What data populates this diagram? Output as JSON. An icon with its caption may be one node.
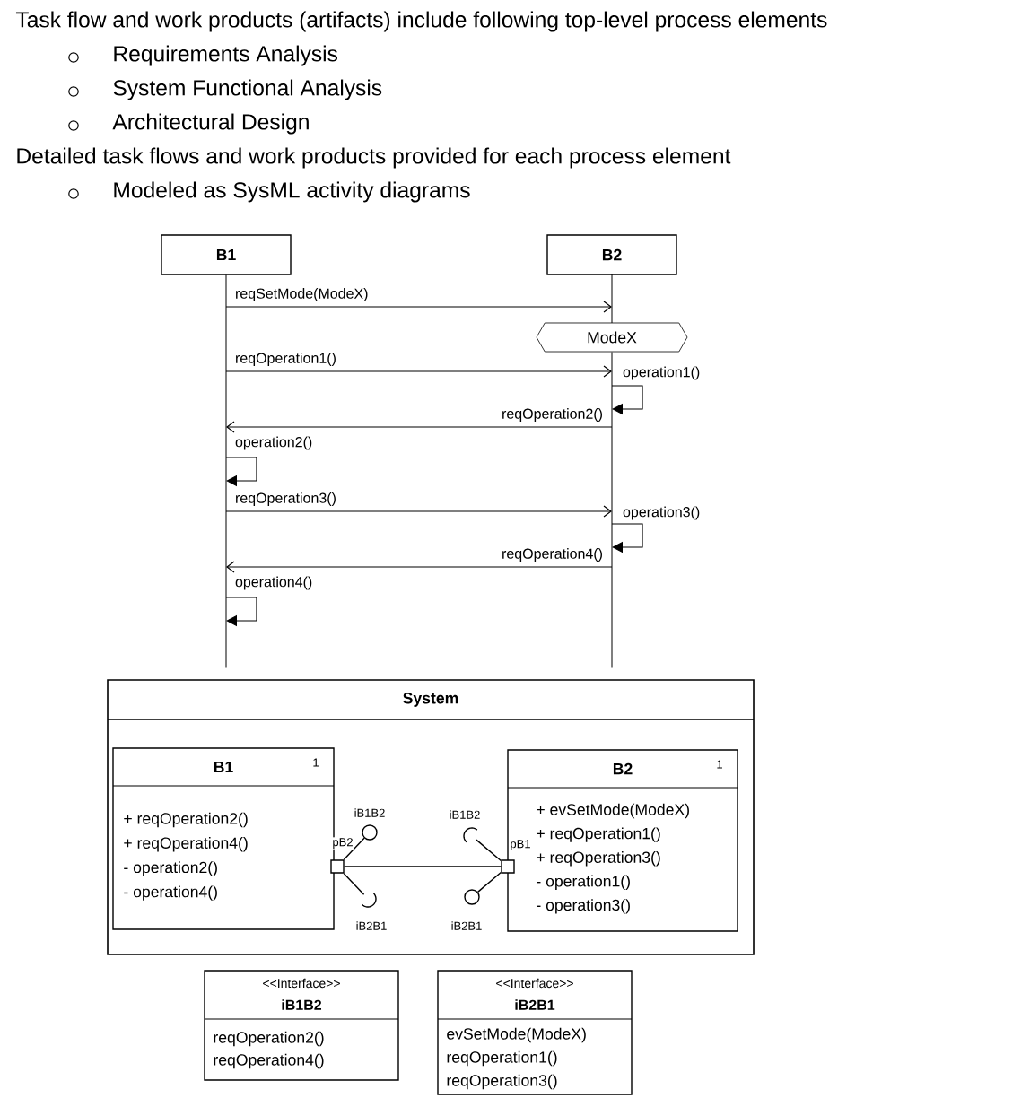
{
  "diagram": {
    "nodes": [
      {
        "text": [
          "B1"
        ]
      },
      {
        "text": [
          "B2"
        ]
      },
      {
        "text": [],
        "shape": "line"
      },
      {
        "text": [],
        "shape": "line"
      },
      {
        "text": [
          "ModeX"
        ]
      },
      {
        "text": [
          "System"
        ]
      },
      {
        "text": [
          "B1",
          "1",
          "+ reqOperation2()",
          "+ reqOperation4()",
          "- operation2()",
          "- operation4()"
        ],
        "in": 5
      },
      {
        "text": [
          "B2",
          "1",
          "+ evSetMode(ModeX)",
          "+ reqOperation1()",
          "+ reqOperation3()",
          "- operation1()",
          "- operation3()"
        ],
        "in": 5
      },
      {
        "text": [],
        "shape": "box",
        "in": 5
      },
      {
        "text": [],
        "shape": "box",
        "in": 5
      },
      {
        "text": [],
        "shape": "circle",
        "beside": [
          "iB1B2"
        ],
        "in": 5
      },
      {
        "text": [],
        "shape": "arc",
        "beside": [
          "iB2B1"
        ],
        "in": 5
      },
      {
        "text": [],
        "shape": "arc",
        "beside": [
          "iB1B2"
        ],
        "in": 5
      },
      {
        "text": [],
        "shape": "circle",
        "beside": [
          "iB2B1"
        ],
        "in": 5
      },
      {
        "text": [
          "<<Interface>>",
          "iB1B2",
          "reqOperation2()",
          "reqOperation4()"
        ]
      },
      {
        "text": [
          "<<Interface>>",
          "iB2B1",
          "evSetMode(ModeX)",
          "reqOperation1()",
          "reqOperation3()"
        ]
      }
    ],
    "edges": [
      {
        "from": 2,
        "to": 1,
        "arrow": "to",
        "label": "reqSetMode(ModeX)"
      },
      {
        "from": 2,
        "to": 3,
        "arrow": "to",
        "label": "reqOperation1()"
      },
      {
        "from": 3,
        "to": 3,
        "arrow": "to",
        "label": "operation1()"
      },
      {
        "from": 3,
        "to": 2,
        "arrow": "to",
        "label": "reqOperation2()"
      },
      {
        "from": 2,
        "to": 2,
        "arrow": "to",
        "label": "operation2()"
      },
      {
        "from": 2,
        "to": 3,
        "arrow": "to",
        "label": "reqOperation3()"
      },
      {
        "from": 3,
        "to": 3,
        "arrow": "to",
        "label": "operation3()"
      },
      {
        "from": 3,
        "to": 2,
        "arrow": "to",
        "label": "reqOperation4()"
      },
      {
        "from": 2,
        "to": 2,
        "arrow": "to",
        "label": "operation4()"
      },
      {
        "from": 8,
        "to": 9,
        "arrow": "none"
      },
      {
        "from": 8,
        "to": 10,
        "arrow": "none"
      },
      {
        "from": 8,
        "to": 11,
        "arrow": "none"
      },
      {
        "from": 9,
        "to": 12,
        "arrow": "none"
      },
      {
        "from": 9,
        "to": 13,
        "arrow": "none"
      }
    ],
    "labels": [
      "Task flow and work products (artifacts) include following top-level process elements",
      "Requirements Analysis",
      "System Functional Analysis",
      "Architectural Design",
      "Detailed task flows and work products provided for each process element",
      "Modeled as SysML activity diagrams",
      "pB2",
      "pB1"
    ]
  }
}
